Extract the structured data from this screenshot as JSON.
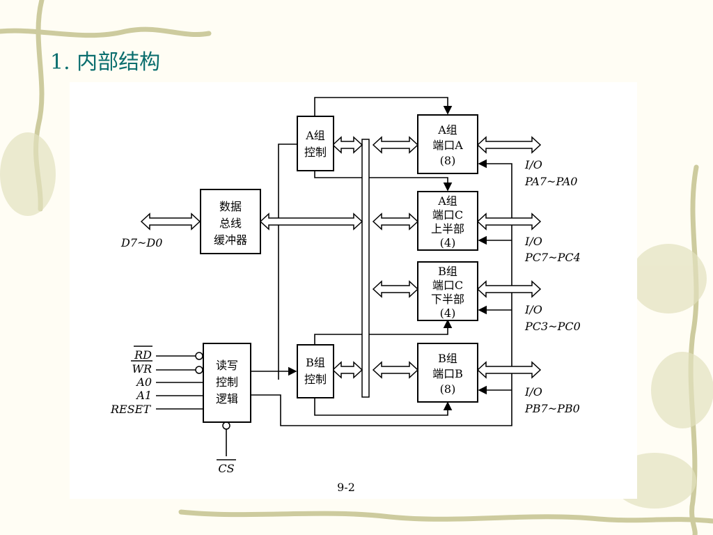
{
  "slide": {
    "title": "1. 内部结构",
    "figure_caption": "9-2"
  },
  "blocks": {
    "data_bus_buffer": [
      "数据",
      "总线",
      "缓冲器"
    ],
    "group_a_control": [
      "A组",
      "控制"
    ],
    "group_b_control": [
      "B组",
      "控制"
    ],
    "rw_logic": [
      "读写",
      "控制",
      "逻辑"
    ],
    "port_a": [
      "A组",
      "端口A",
      "(8)"
    ],
    "port_c_upper": [
      "A组",
      "端口C",
      "上半部",
      "(4)"
    ],
    "port_c_lower": [
      "B组",
      "端口C",
      "下半部",
      "(4)"
    ],
    "port_b": [
      "B组",
      "端口B",
      "(8)"
    ]
  },
  "signals": {
    "data_bus": "D7~D0",
    "rd": "RD",
    "wr": "WR",
    "a0": "A0",
    "a1": "A1",
    "reset": "RESET",
    "cs": "CS"
  },
  "io_labels": {
    "io": "I/O",
    "port_a": "PA7~PA0",
    "port_c_upper": "PC7~PC4",
    "port_c_lower": "PC3~PC0",
    "port_b": "PB7~PB0"
  },
  "colors": {
    "title": "#0a6e6e",
    "background": "#fffdf4",
    "vine": "#c9c79a"
  }
}
